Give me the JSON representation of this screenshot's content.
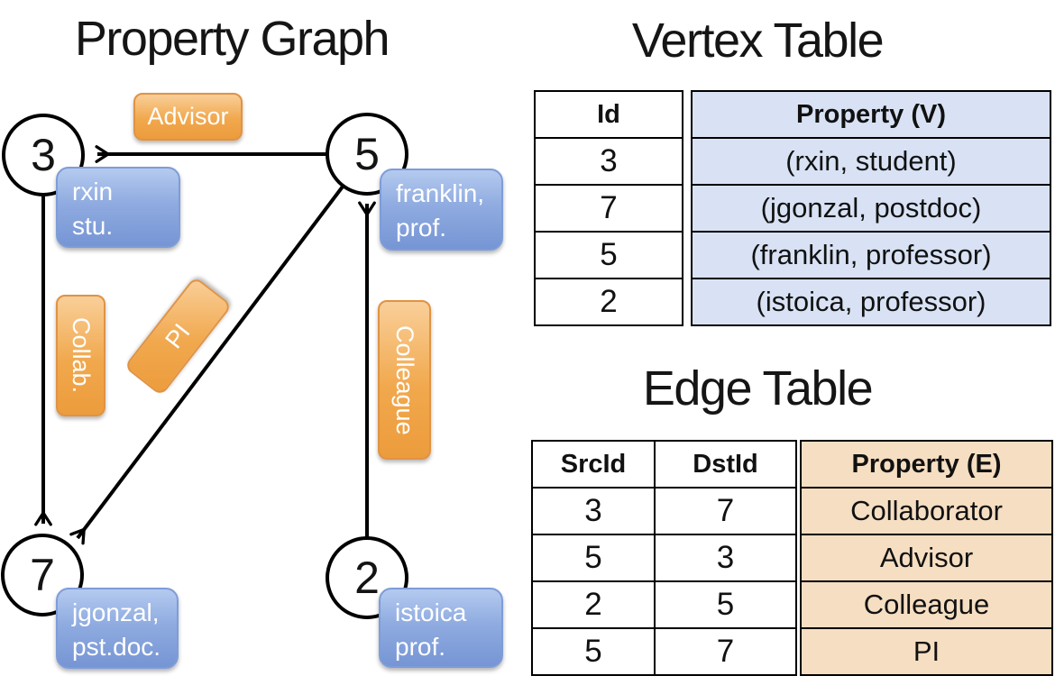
{
  "graph": {
    "title": "Property Graph",
    "vertices": [
      {
        "id": "3",
        "property_line1": "rxin",
        "property_line2": "stu."
      },
      {
        "id": "5",
        "property_line1": "franklin,",
        "property_line2": "prof."
      },
      {
        "id": "7",
        "property_line1": "jgonzal,",
        "property_line2": "pst.doc."
      },
      {
        "id": "2",
        "property_line1": "istoica",
        "property_line2": "prof."
      }
    ],
    "edge_labels": {
      "advisor": "Advisor",
      "collab": "Collab.",
      "pi": "PI",
      "colleague": "Colleague"
    }
  },
  "vertex_table": {
    "title": "Vertex Table",
    "columns": {
      "id": "Id",
      "property": "Property (V)"
    },
    "rows": [
      {
        "id": "3",
        "property": "(rxin, student)"
      },
      {
        "id": "7",
        "property": "(jgonzal, postdoc)"
      },
      {
        "id": "5",
        "property": "(franklin, professor)"
      },
      {
        "id": "2",
        "property": "(istoica, professor)"
      }
    ]
  },
  "edge_table": {
    "title": "Edge Table",
    "columns": {
      "src": "SrcId",
      "dst": "DstId",
      "property": "Property (E)"
    },
    "rows": [
      {
        "src": "3",
        "dst": "7",
        "property": "Collaborator"
      },
      {
        "src": "5",
        "dst": "3",
        "property": "Advisor"
      },
      {
        "src": "2",
        "dst": "5",
        "property": "Colleague"
      },
      {
        "src": "5",
        "dst": "7",
        "property": "PI"
      }
    ]
  },
  "colors": {
    "edge_label_orange": "#F1A84D",
    "vertex_property_blue": "#8FABE0",
    "vertex_table_fill": "#D8E2F4",
    "edge_table_fill": "#F6DEC2",
    "line_black": "#000000"
  }
}
